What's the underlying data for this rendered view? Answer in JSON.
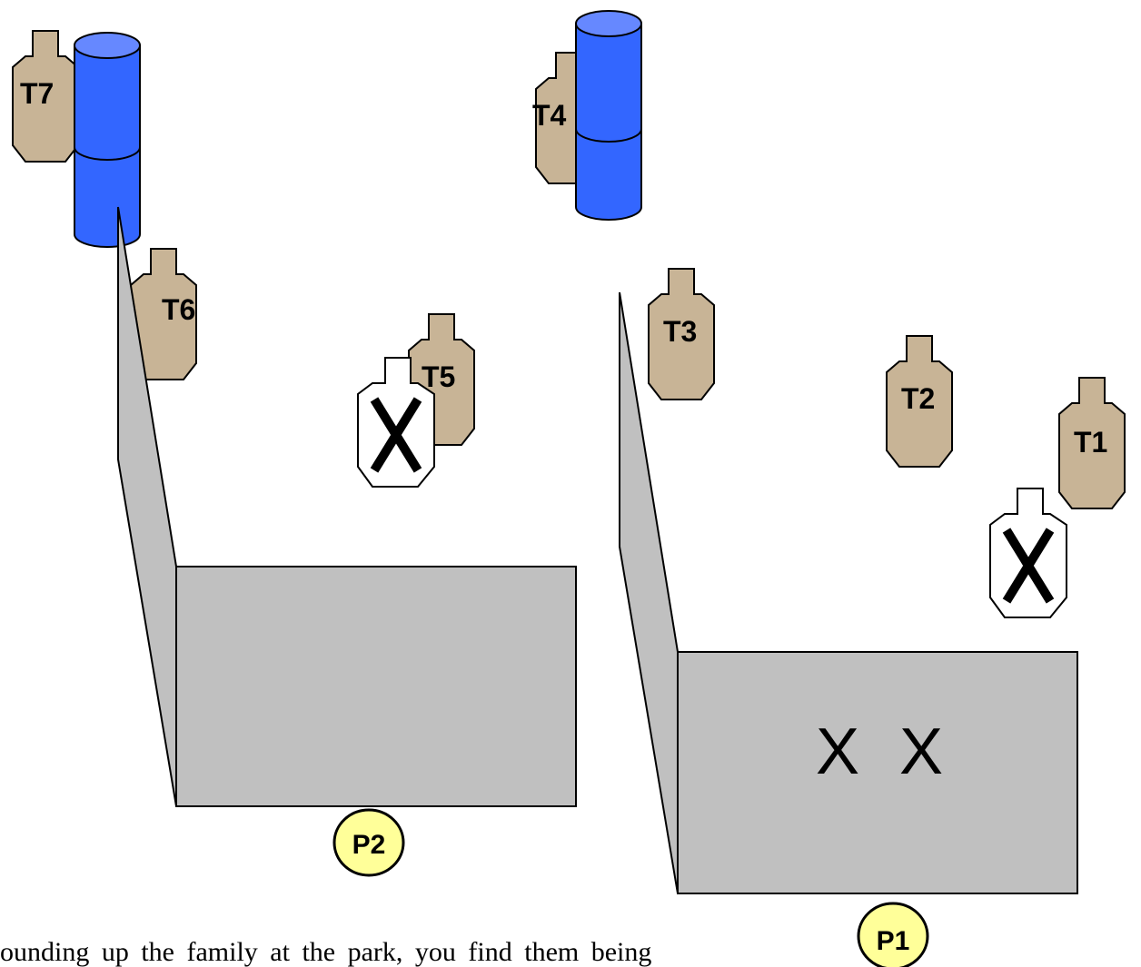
{
  "targets": {
    "t1": "T1",
    "t2": "T2",
    "t3": "T3",
    "t4": "T4",
    "t5": "T5",
    "t6": "T6",
    "t7": "T7"
  },
  "positions": {
    "p1": "P1",
    "p2": "P2"
  },
  "marks": {
    "x1": "X",
    "x2": "X"
  },
  "caption": "ounding up the family at the park, you find them being",
  "colors": {
    "target_tan": "#c8b496",
    "barrel_blue": "#3366ff",
    "wall_gray": "#c0c0c0",
    "position_yellow": "#ffff99",
    "no_shoot_white": "#ffffff"
  }
}
